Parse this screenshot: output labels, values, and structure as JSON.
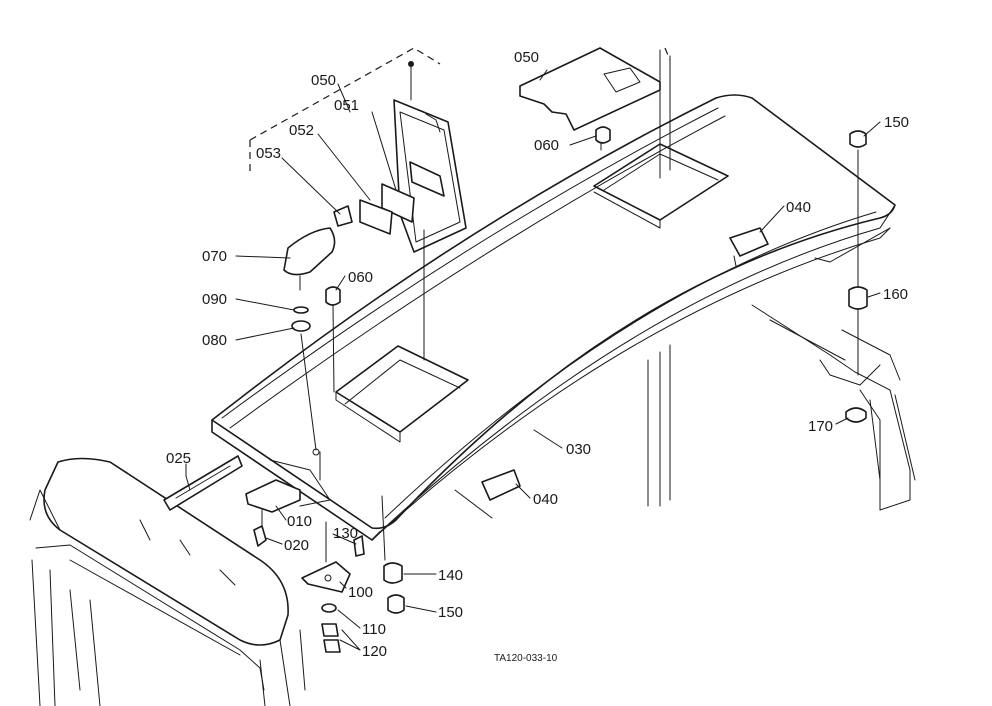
{
  "diagram": {
    "drawing_code": "TA120-033-10",
    "callouts": [
      {
        "id": "c-050a",
        "text": "050"
      },
      {
        "id": "c-051",
        "text": "051"
      },
      {
        "id": "c-052",
        "text": "052"
      },
      {
        "id": "c-053",
        "text": "053"
      },
      {
        "id": "c-050b",
        "text": "050"
      },
      {
        "id": "c-060a",
        "text": "060"
      },
      {
        "id": "c-150a",
        "text": "150"
      },
      {
        "id": "c-040a",
        "text": "040"
      },
      {
        "id": "c-070",
        "text": "070"
      },
      {
        "id": "c-060b",
        "text": "060"
      },
      {
        "id": "c-090",
        "text": "090"
      },
      {
        "id": "c-080",
        "text": "080"
      },
      {
        "id": "c-160",
        "text": "160"
      },
      {
        "id": "c-170",
        "text": "170"
      },
      {
        "id": "c-030",
        "text": "030"
      },
      {
        "id": "c-025",
        "text": "025"
      },
      {
        "id": "c-040b",
        "text": "040"
      },
      {
        "id": "c-010",
        "text": "010"
      },
      {
        "id": "c-130",
        "text": "130"
      },
      {
        "id": "c-020",
        "text": "020"
      },
      {
        "id": "c-140",
        "text": "140"
      },
      {
        "id": "c-100",
        "text": "100"
      },
      {
        "id": "c-150b",
        "text": "150"
      },
      {
        "id": "c-110",
        "text": "110"
      },
      {
        "id": "c-120",
        "text": "120"
      }
    ]
  }
}
